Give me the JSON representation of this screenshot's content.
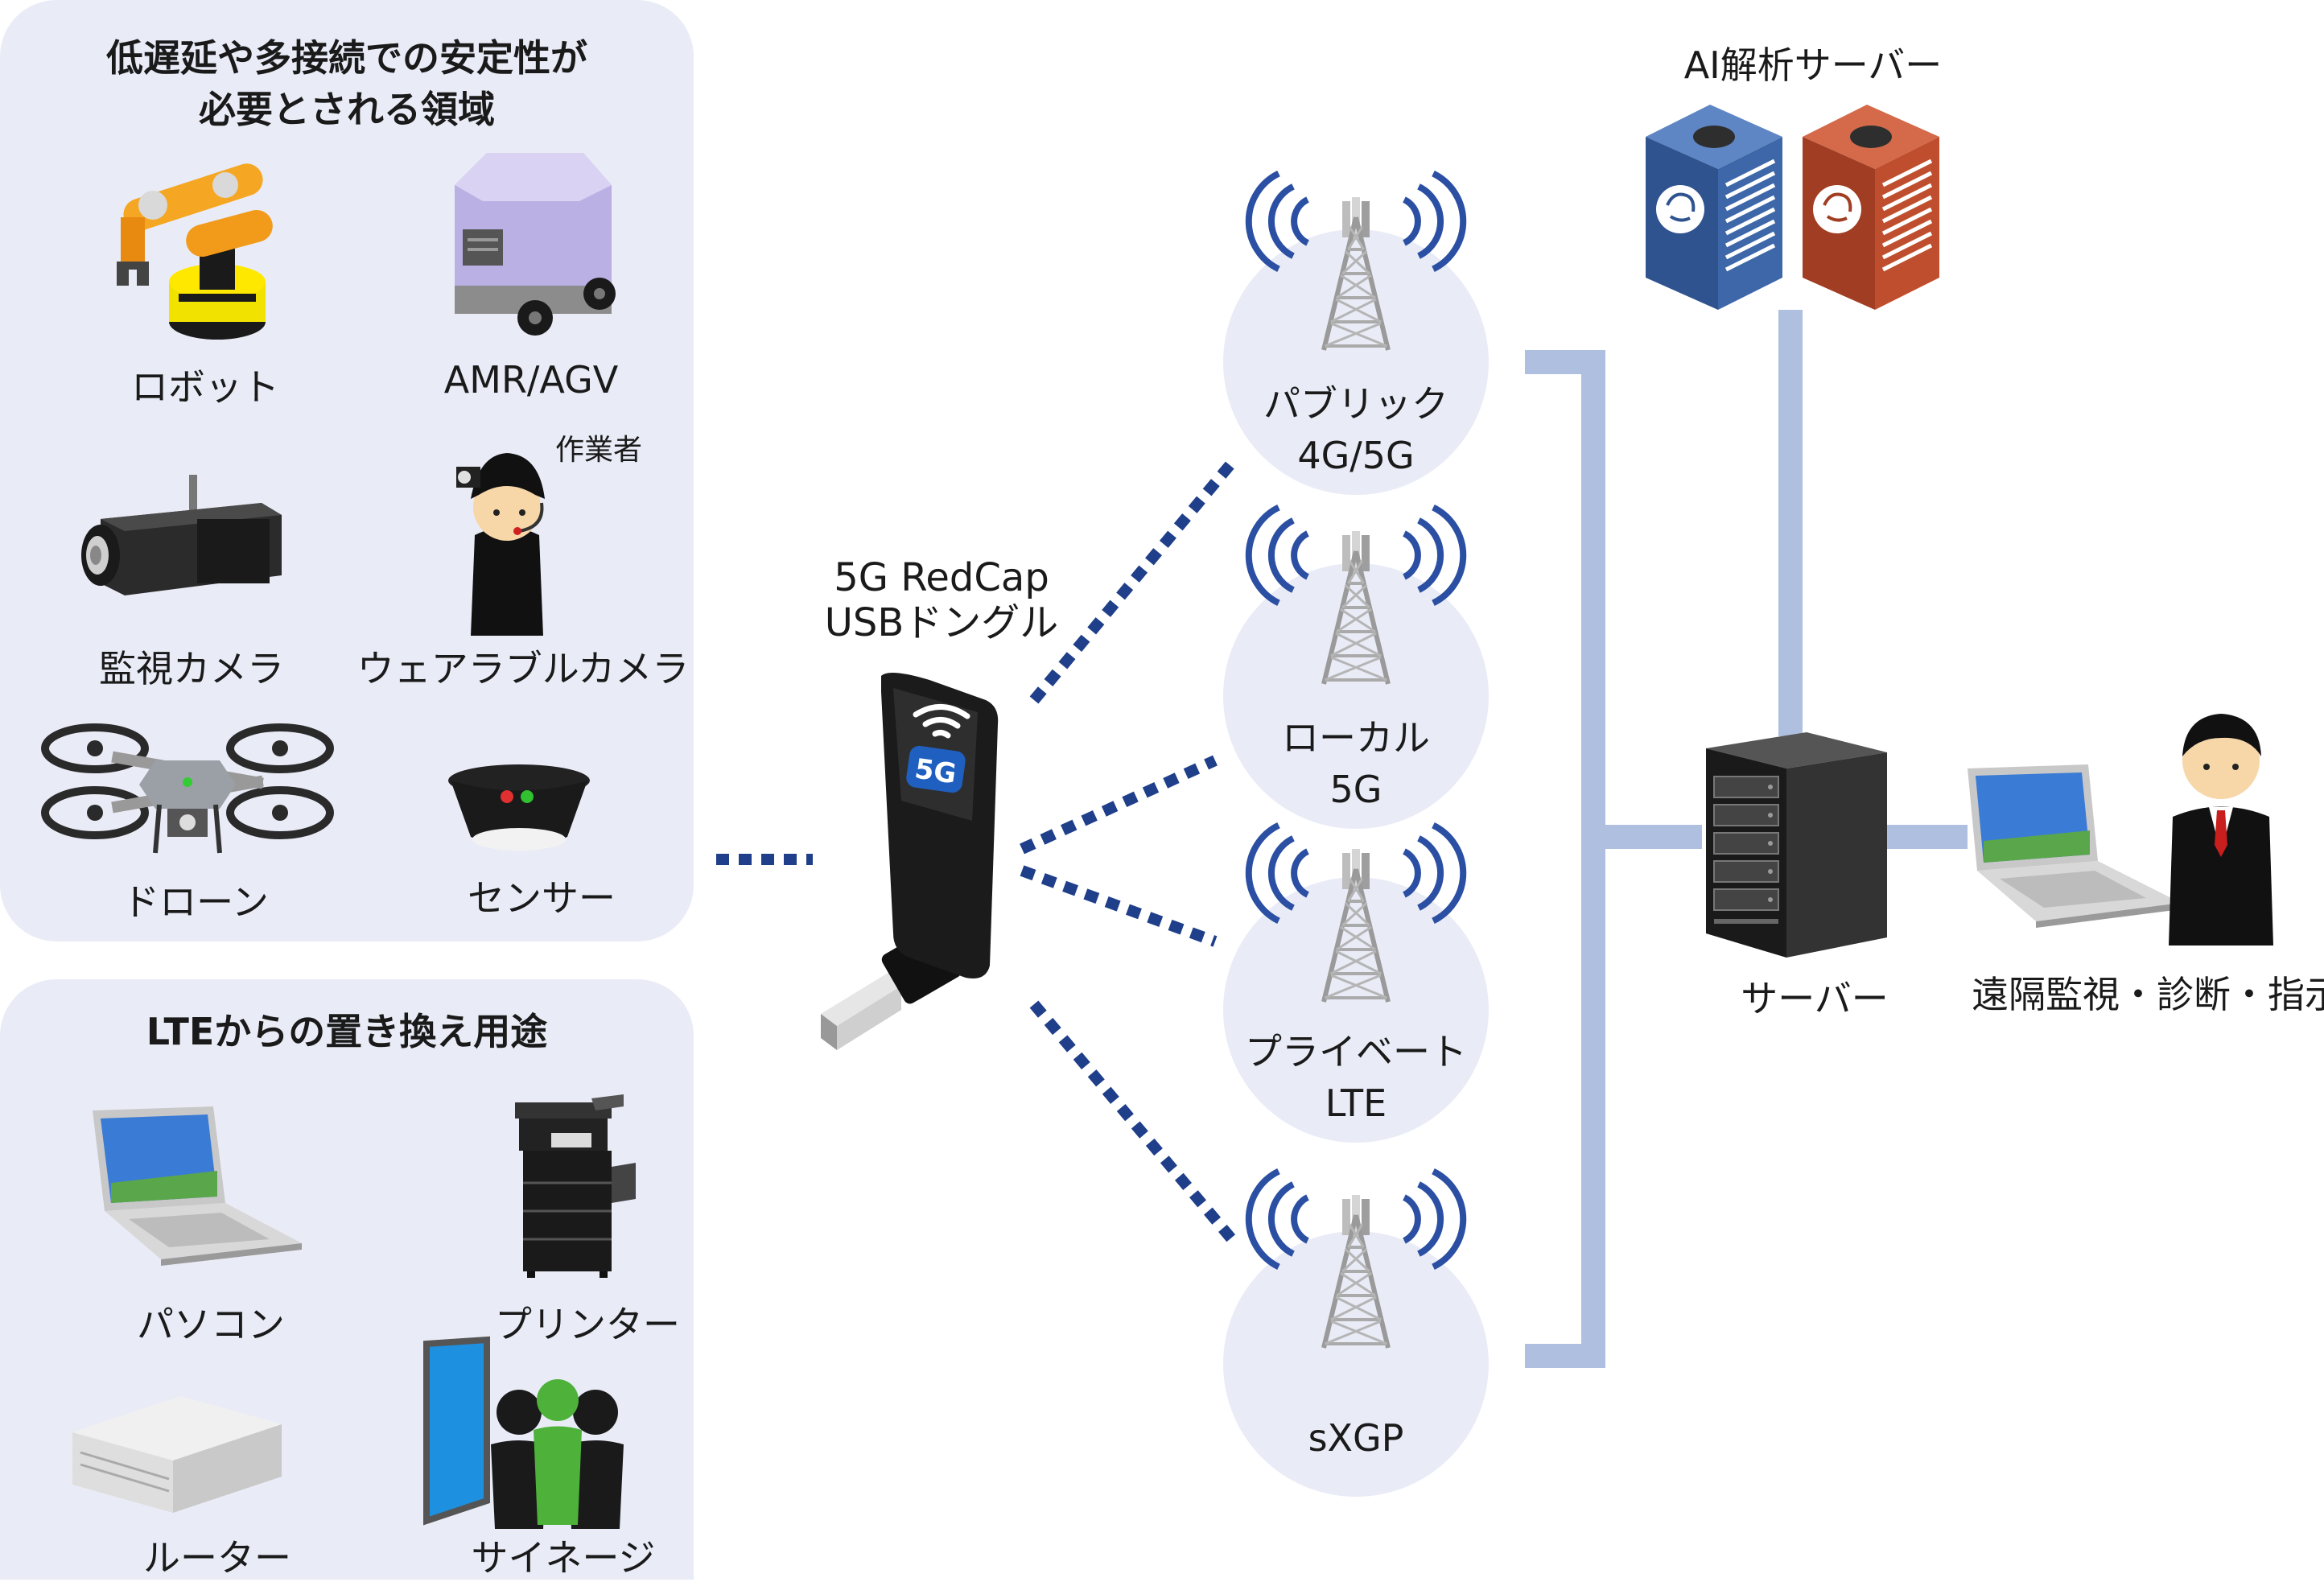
{
  "panels": {
    "low_latency": {
      "title_line1": "低遅延や多接続での安定性が",
      "title_line2": "必要とされる領域",
      "items": [
        {
          "label": "ロボット",
          "icon": "robot-arm-icon"
        },
        {
          "label": "AMR/AGV",
          "icon": "amr-vehicle-icon"
        },
        {
          "label": "監視カメラ",
          "icon": "surveillance-camera-icon"
        },
        {
          "label": "ウェアラブルカメラ",
          "icon": "wearable-camera-worker-icon"
        },
        {
          "label": "ドローン",
          "icon": "drone-icon"
        },
        {
          "label": "センサー",
          "icon": "sensor-icon"
        }
      ],
      "worker_note": "作業者"
    },
    "lte_replace": {
      "title": "LTEからの置き換え用途",
      "items": [
        {
          "label": "パソコン",
          "icon": "laptop-icon"
        },
        {
          "label": "プリンター",
          "icon": "printer-icon"
        },
        {
          "label": "ルーター",
          "icon": "router-icon"
        },
        {
          "label": "サイネージ",
          "icon": "signage-icon"
        }
      ]
    }
  },
  "dongle": {
    "line1": "5G RedCap",
    "line2": "USBドングル",
    "badge": "5G"
  },
  "networks": [
    {
      "line1": "パブリック",
      "line2": "4G/5G"
    },
    {
      "line1": "ローカル",
      "line2": "5G"
    },
    {
      "line1": "プライベート",
      "line2": "LTE"
    },
    {
      "line1": "sXGP",
      "line2": ""
    }
  ],
  "ai_server": {
    "label": "AI解析サーバー"
  },
  "server": {
    "label": "サーバー"
  },
  "remote": {
    "label": "遠隔監視・診断・指示"
  },
  "colors": {
    "panel_bg": "#e9ecf7",
    "dots": "#1f3f8a",
    "connector": "#aebfe0",
    "tower_wave": "#2b4fa3",
    "ai_blue": "#3a5d9a",
    "ai_red": "#b5462a"
  }
}
